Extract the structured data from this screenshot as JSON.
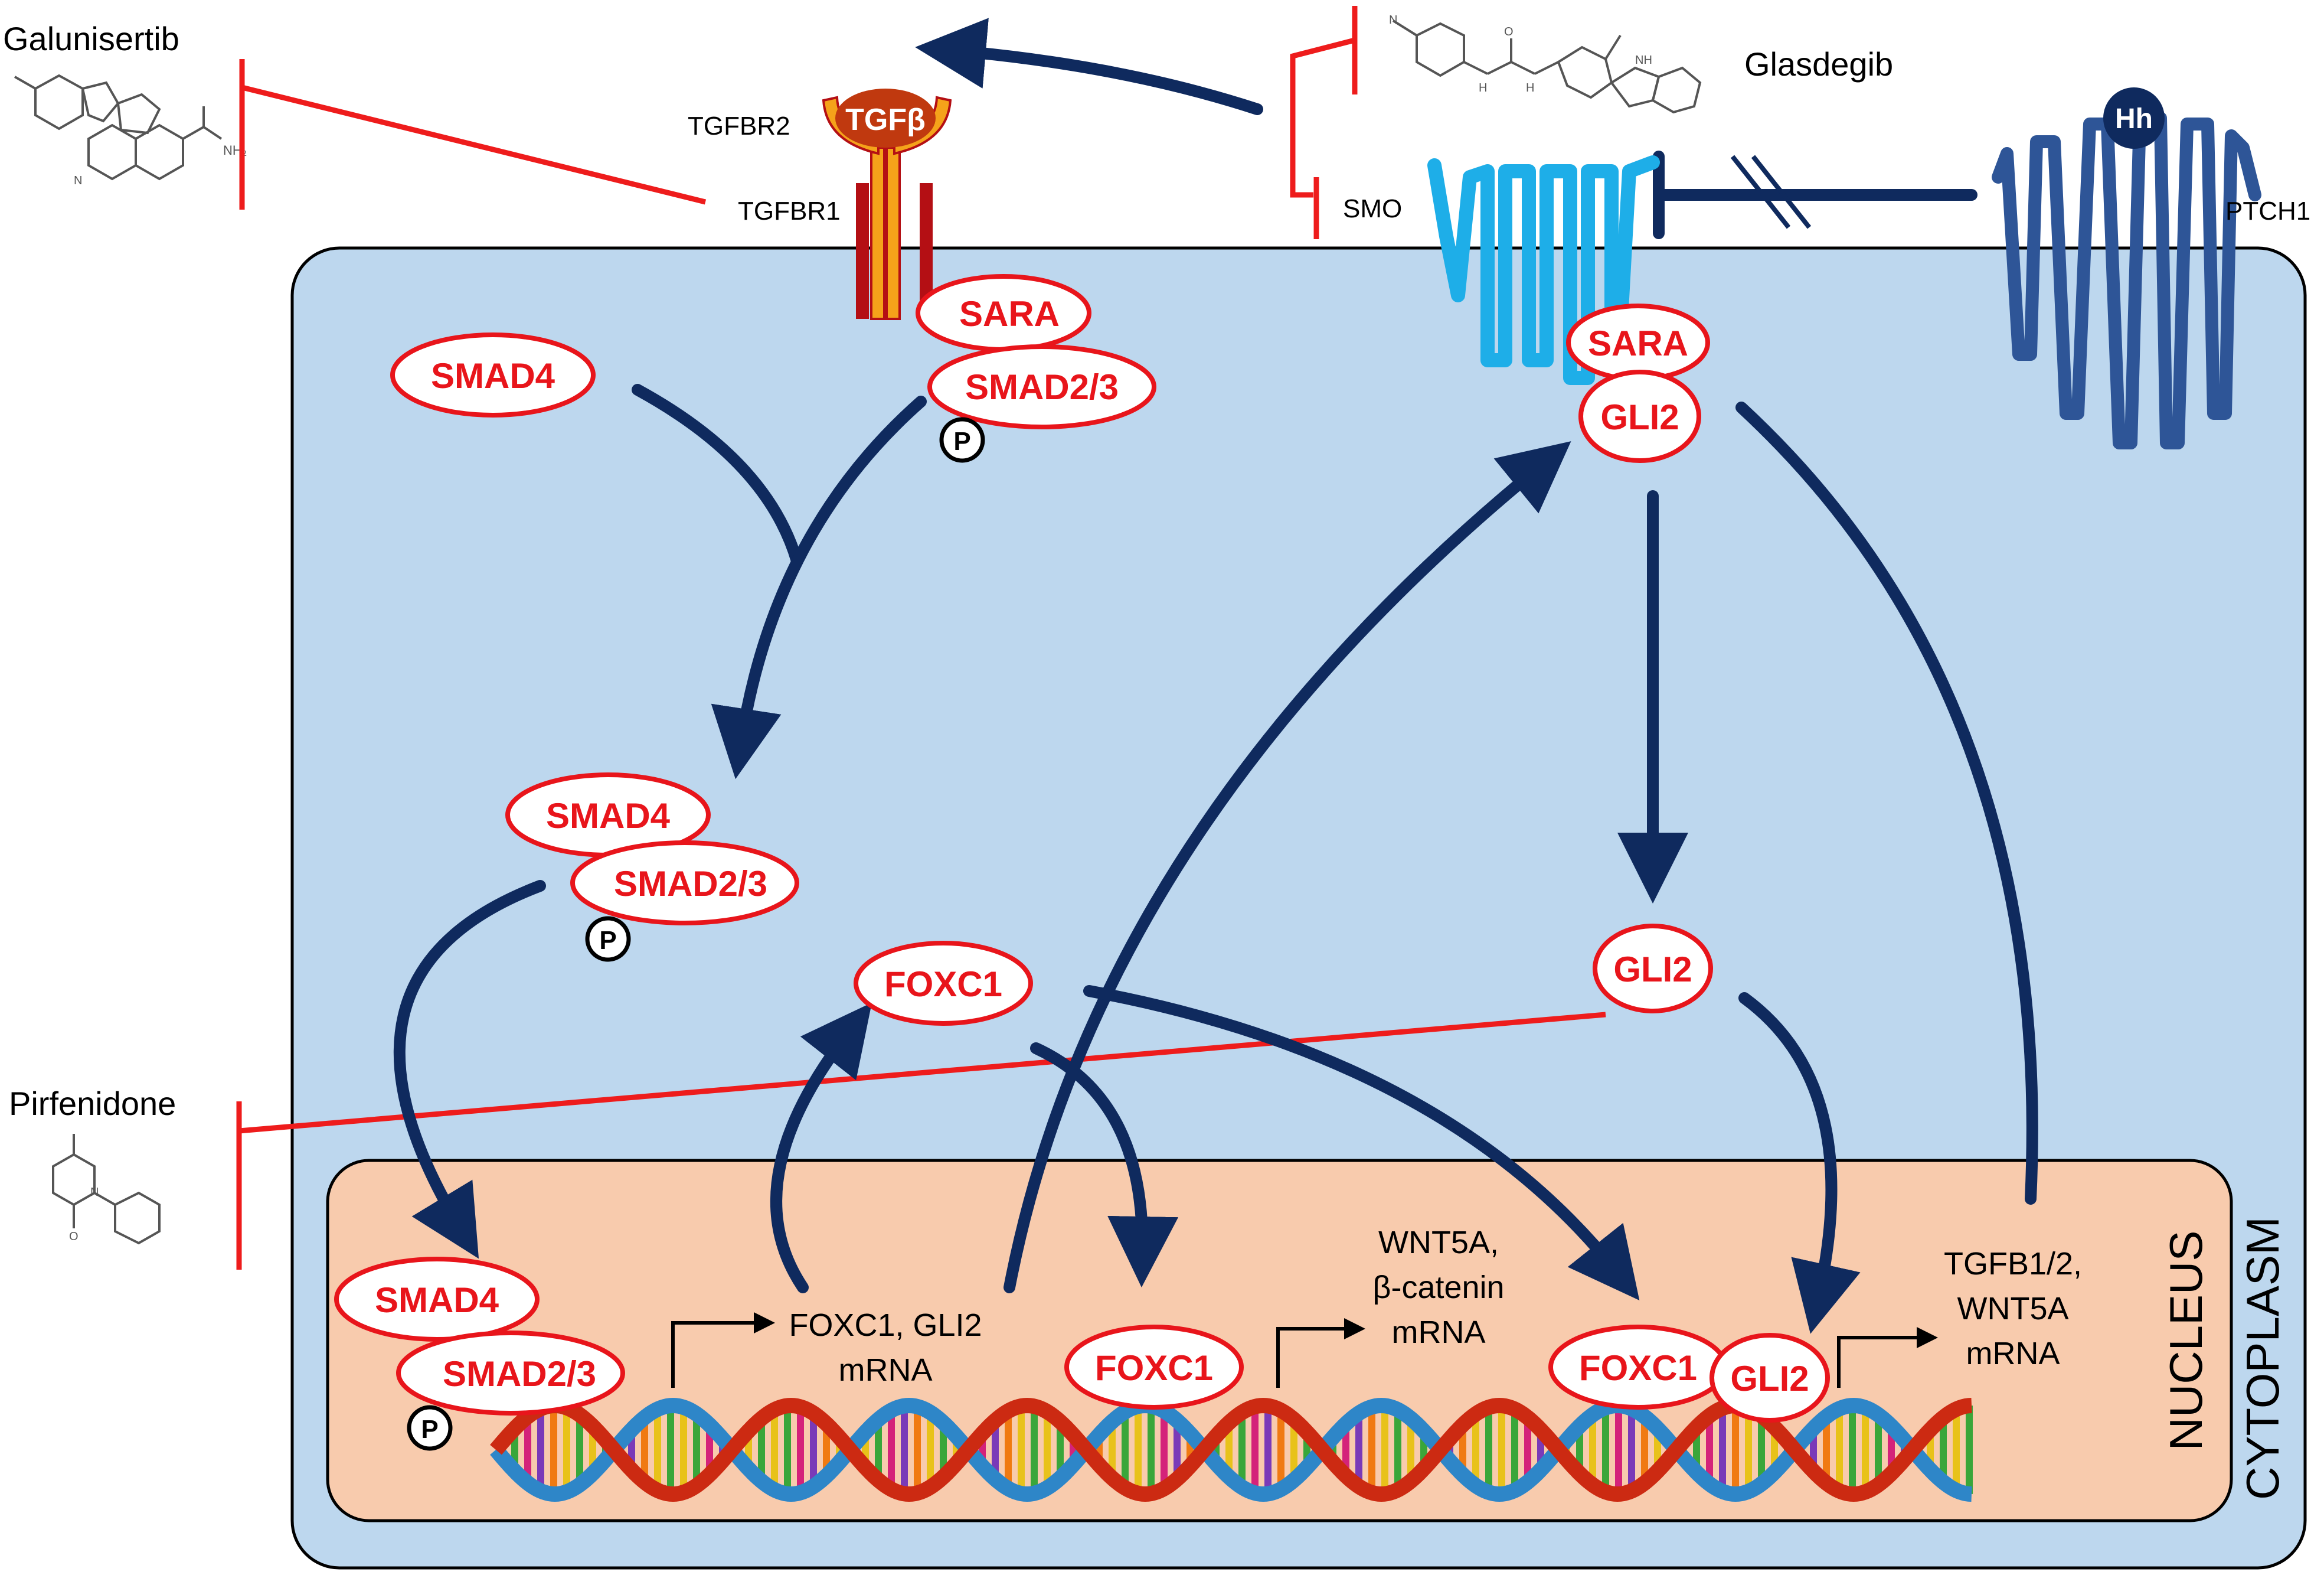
{
  "drugs": {
    "galunisertib": "Galunisertib",
    "glasdegib": "Glasdegib",
    "pirfenidone": "Pirfenidone"
  },
  "receptors": {
    "tgfbr2": "TGFBR2",
    "tgfbr1": "TGFBR1",
    "tgfb": "TGFβ",
    "smo": "SMO",
    "ptch1": "PTCH1",
    "hh": "Hh"
  },
  "proteins": {
    "sara": "SARA",
    "smad4": "SMAD4",
    "smad23": "SMAD2/3",
    "phospho": "P",
    "gli2": "GLI2",
    "foxc1": "FOXC1"
  },
  "nucleus_text": {
    "foxc1_gli2_mrna_l1": "FOXC1, GLI2",
    "foxc1_gli2_mrna_l2": "mRNA",
    "wnt5a_l1": "WNT5A,",
    "wnt5a_l2": "β-catenin",
    "wnt5a_l3": "mRNA",
    "tgfb12_l1": "TGFB1/2,",
    "tgfb12_l2": "WNT5A",
    "tgfb12_l3": "mRNA"
  },
  "compartments": {
    "nucleus": "NUCLEUS",
    "cytoplasm": "CYTOPLASM"
  },
  "colors": {
    "cytoplasm_fill": "#bdd7ee",
    "nucleus_fill": "#f8cbad",
    "arrow_navy": "#0f2a5e",
    "inhibit_red": "#ee1c1c",
    "protein_red": "#e8151b",
    "smo_blue": "#1eaee8",
    "ptch_blue": "#2e5597",
    "receptor_dark": "#b40f14",
    "receptor_orange": "#f5a21a"
  }
}
